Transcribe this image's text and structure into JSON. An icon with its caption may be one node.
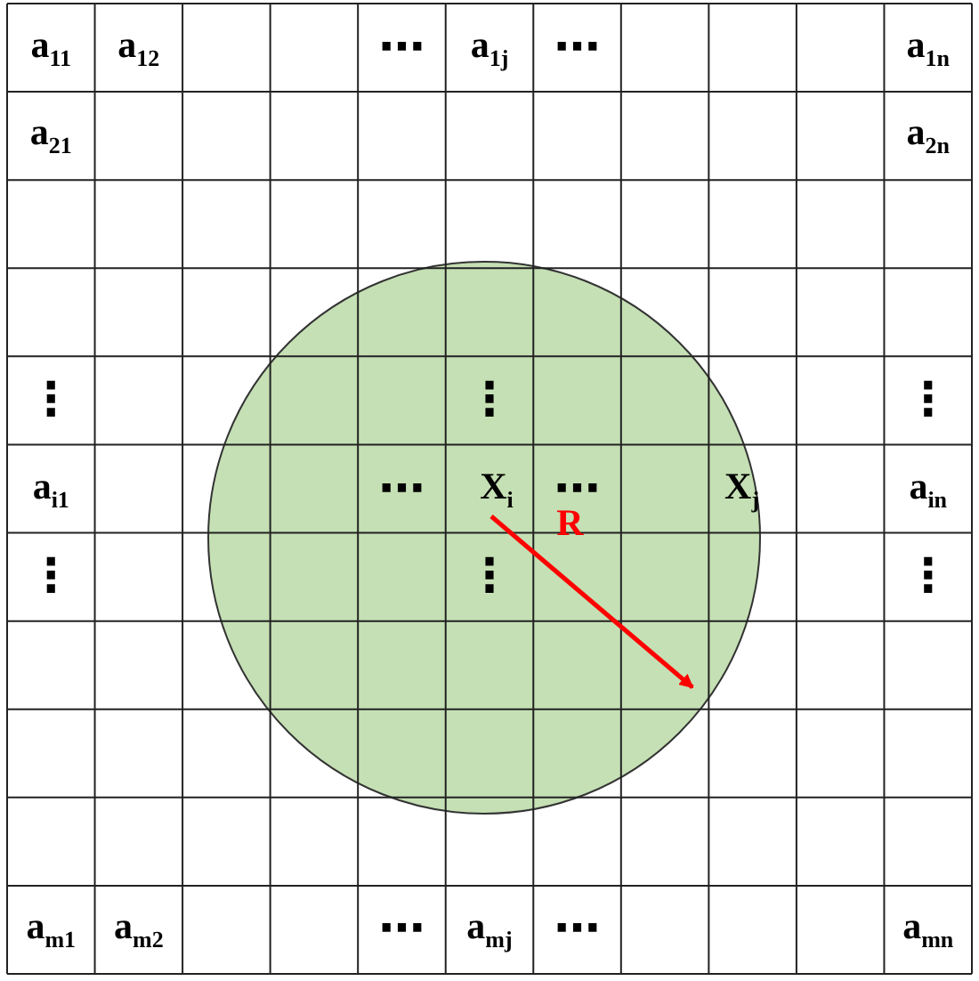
{
  "diagram": {
    "labels": [
      "a$_{11}$",
      "a$_{12}$",
      "⋯",
      "a$_{1j}$",
      "⋯",
      "a$_{1n}$",
      "a$_{21}$",
      "a$_{2n}$",
      "⋮",
      "⋮",
      "⋮",
      "a$_{i1}$",
      "⋯",
      "X$_{i}$",
      "⋯",
      "X$_{j}$",
      "a$_{in}$",
      "⋮",
      "⋮",
      "R",
      "⋮",
      "a$_{m1}$",
      "a$_{m2}$",
      "⋯",
      "a$_{mj}$",
      "⋯",
      "a$_{mn}$"
    ]
  }
}
